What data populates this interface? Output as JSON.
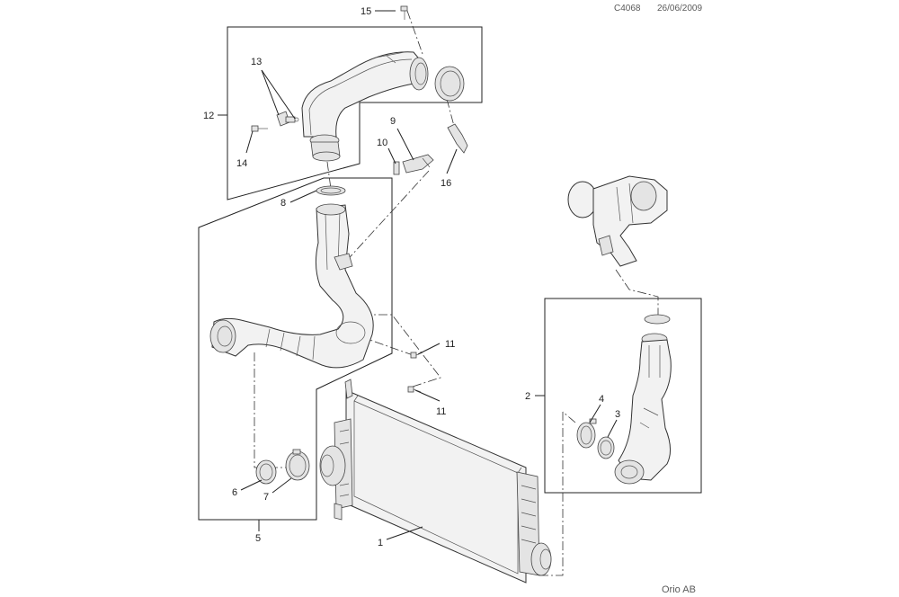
{
  "header": {
    "code": "C4068",
    "date": "26/06/2009"
  },
  "footer": {
    "copyright": "Orio AB"
  },
  "callouts": {
    "c1": "1",
    "c2": "2",
    "c3": "3",
    "c4": "4",
    "c5": "5",
    "c6": "6",
    "c7": "7",
    "c8": "8",
    "c9": "9",
    "c10": "10",
    "c11a": "11",
    "c11b": "11",
    "c12": "12",
    "c13": "13",
    "c14": "14",
    "c15": "15",
    "c16": "16"
  }
}
